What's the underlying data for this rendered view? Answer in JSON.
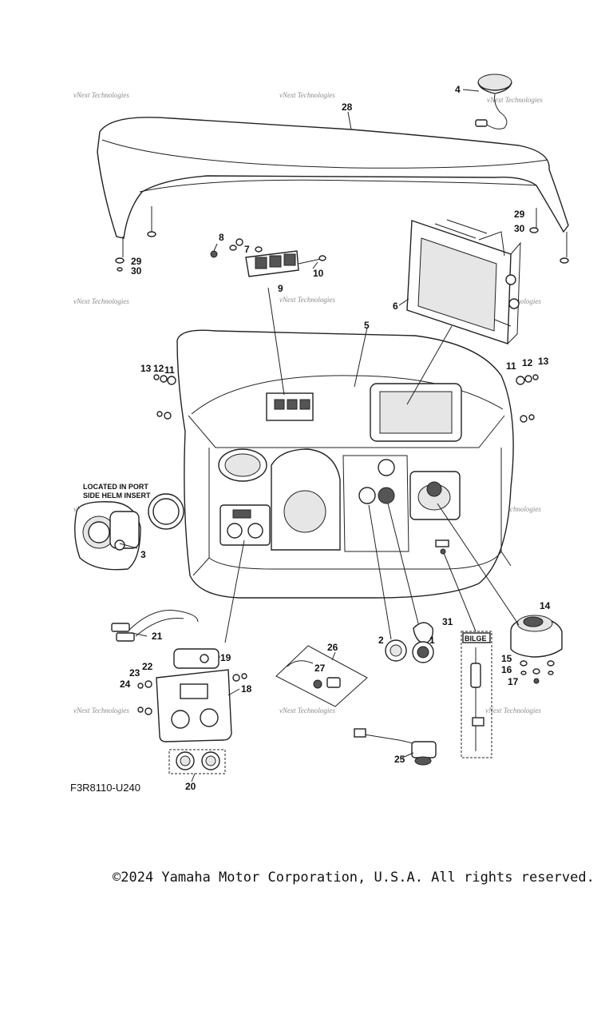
{
  "callouts": {
    "c1": "1",
    "c2": "2",
    "c3": "3",
    "c4": "4",
    "c5": "5",
    "c6": "6",
    "c7": "7",
    "c8": "8",
    "c9": "9",
    "c10": "10",
    "c11": "11",
    "c12": "12",
    "c13": "13",
    "c14": "14",
    "c15": "15",
    "c16": "16",
    "c17": "17",
    "c18": "18",
    "c19": "19",
    "c20": "20",
    "c21": "21",
    "c22": "22",
    "c23": "23",
    "c24": "24",
    "c25": "25",
    "c26": "26",
    "c27": "27",
    "c28": "28",
    "c29": "29",
    "c30": "30",
    "c31": "31"
  },
  "watermark": "vNext Technologies",
  "inset_label": {
    "line1": "LOCATED IN  PORT",
    "line2": "SIDE HELM INSERT"
  },
  "bilge_label": "BILGE",
  "diagram_code": "F3R8110-U240",
  "copyright": "©2024 Yamaha Motor Corporation, U.S.A. All rights reserved."
}
